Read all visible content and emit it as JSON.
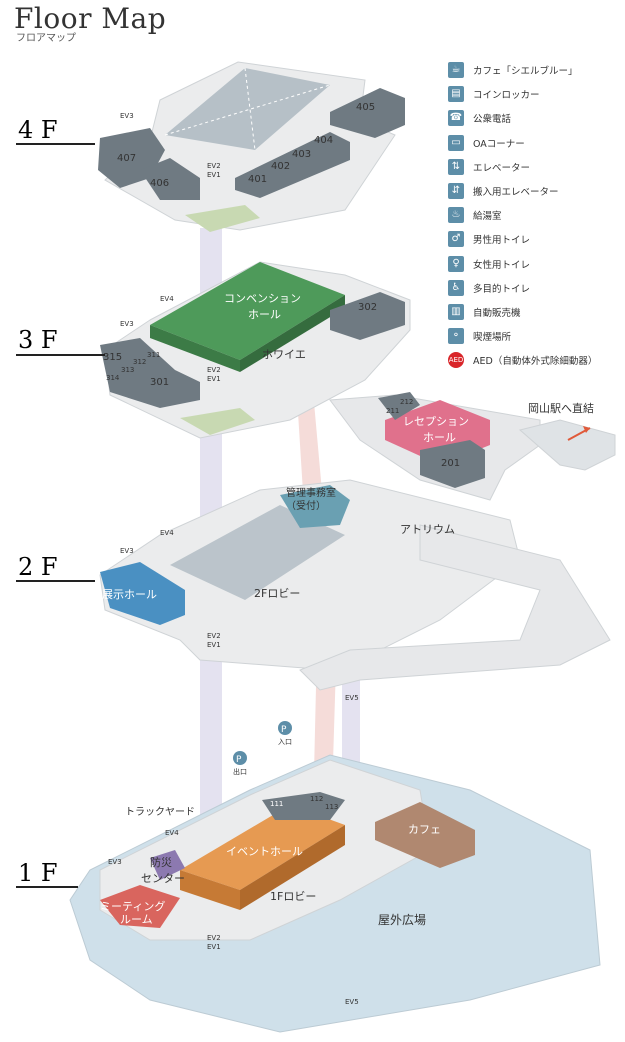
{
  "header": {
    "title": "Floor Map",
    "subtitle": "フロアマップ"
  },
  "floors": {
    "f4": "4 F",
    "f3": "3 F",
    "f2": "2 F",
    "f1": "1 F"
  },
  "rooms": {
    "r405": "405",
    "r404": "404",
    "r403": "403",
    "r402": "402",
    "r401": "401",
    "r406": "406",
    "r407": "407",
    "convention_line1": "コンベンション",
    "convention_line2": "ホール",
    "foyer": "ホワイエ",
    "r302": "302",
    "r301": "301",
    "r311": "311",
    "r312": "312",
    "r313": "313",
    "r314": "314",
    "r315": "315",
    "reception_line1": "レセプション",
    "reception_line2": "ホール",
    "r201": "201",
    "r211": "211",
    "r212": "212",
    "office_line1": "管理事務室",
    "office_line2": "（受付）",
    "atrium": "アトリウム",
    "exhibition": "展示ホール",
    "lobby2": "2Fロビー",
    "event_hall": "イベントホール",
    "lobby1": "1Fロビー",
    "outdoor": "屋外広場",
    "cafe": "カフェ",
    "meeting_line1": "ミーティング",
    "meeting_line2": "ルーム",
    "disaster_line1": "防災",
    "disaster_line2": "センター",
    "truck_yard": "トラックヤード",
    "r111": "111",
    "r112": "112",
    "r113": "113",
    "station": "岡山駅へ直結",
    "parking_in": "入口",
    "parking_out": "出口",
    "parking_mark": "P"
  },
  "elevators": {
    "ev1": "EV1",
    "ev2": "EV2",
    "ev3": "EV3",
    "ev4": "EV4",
    "ev5": "EV5"
  },
  "legend": [
    {
      "icon": "cafe-icon",
      "glyph": "☕",
      "label": "カフェ「シエルブルー」"
    },
    {
      "icon": "locker-icon",
      "glyph": "▤",
      "label": "コインロッカー"
    },
    {
      "icon": "phone-icon",
      "glyph": "☎",
      "label": "公衆電話"
    },
    {
      "icon": "oa-corner-icon",
      "glyph": "▭",
      "label": "OAコーナー"
    },
    {
      "icon": "elevator-icon",
      "glyph": "⇅",
      "label": "エレベーター"
    },
    {
      "icon": "freight-elevator-icon",
      "glyph": "⇵",
      "label": "搬入用エレベーター"
    },
    {
      "icon": "kitchenette-icon",
      "glyph": "♨",
      "label": "給湯室"
    },
    {
      "icon": "mens-toilet-icon",
      "glyph": "♂",
      "label": "男性用トイレ"
    },
    {
      "icon": "womens-toilet-icon",
      "glyph": "♀",
      "label": "女性用トイレ"
    },
    {
      "icon": "accessible-toilet-icon",
      "glyph": "♿",
      "label": "多目的トイレ"
    },
    {
      "icon": "vending-machine-icon",
      "glyph": "▥",
      "label": "自動販売機"
    },
    {
      "icon": "smoking-area-icon",
      "glyph": "⚬",
      "label": "喫煙場所"
    },
    {
      "icon": "aed-icon",
      "glyph": "AED",
      "label": "AED（自動体外式除細動器）"
    }
  ],
  "colors": {
    "room": "#6f7a82",
    "room_top": "#7f8a92",
    "floor": "#ebeced",
    "corridor": "#dfe3e6",
    "convention": "#4e9a5a",
    "reception": "#e0718c",
    "exhibition": "#4a90c2",
    "event": "#e69a52",
    "cafe": "#b08870",
    "meeting": "#d9655e",
    "office": "#6aa0b2",
    "outdoor": "#cfe0ea",
    "shaft": "#d3d0e6",
    "escalator": "#f2cfcc",
    "disaster": "#8c79b0",
    "accent": "#e05a3a",
    "icon": "#5d8ea8"
  }
}
